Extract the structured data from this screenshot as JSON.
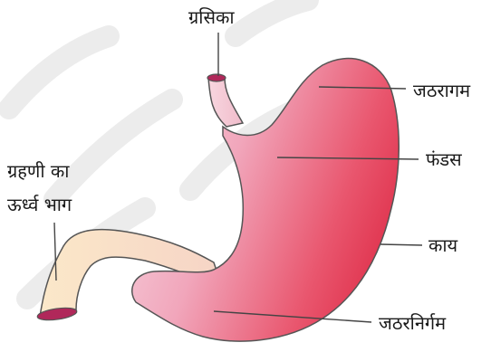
{
  "diagram": {
    "labels": {
      "esophagus": "ग्रसिका",
      "cardiac": "जठरागम",
      "fundus": "फंडस",
      "body": "काय",
      "pyloric": "जठरनिर्गम",
      "duodenum_line1": "ग्रहणी का",
      "duodenum_line2": "ऊर्ध्व भाग"
    },
    "colors": {
      "stomach_light": "#f4c3d2",
      "stomach_mid": "#ee8fa6",
      "stomach_dark": "#e1344f",
      "esophagus_tube": "#f3cfd8",
      "duodenum_tube": "#fbe6c8",
      "opening": "#b0285a",
      "leader_line": "#444444",
      "watermark": "#ececec"
    }
  }
}
